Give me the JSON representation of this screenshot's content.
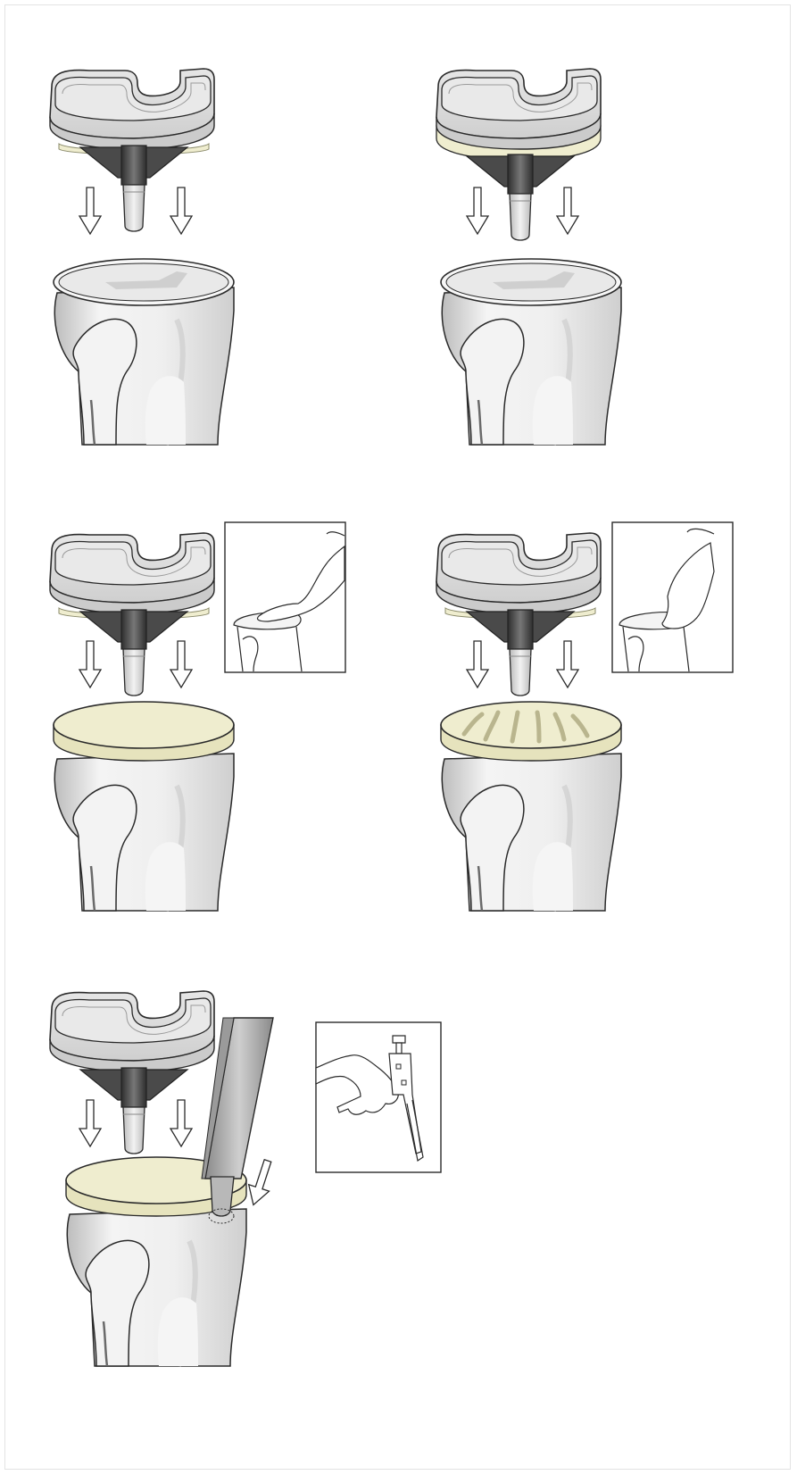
{
  "figure": {
    "panels": [
      {
        "id": "panel-1",
        "tray_underlayer": "thin",
        "surface": "bone",
        "inset": "none",
        "tool": "none"
      },
      {
        "id": "panel-2",
        "tray_underlayer": "thick",
        "surface": "bone",
        "inset": "none",
        "tool": "none"
      },
      {
        "id": "panel-3",
        "tray_underlayer": "thin",
        "surface": "cement-smooth",
        "inset": "finger-spreading",
        "tool": "none"
      },
      {
        "id": "panel-4",
        "tray_underlayer": "thin",
        "surface": "cement-grooved",
        "inset": "finger-pressing",
        "tool": "none"
      },
      {
        "id": "panel-5",
        "tray_underlayer": "none",
        "surface": "cement-smooth",
        "inset": "cement-gun",
        "tool": "cement-nozzle"
      }
    ],
    "colors": {
      "bone": "#eeeeee",
      "bone_shadow": "#c4c4c4",
      "tray": "#dcdcdc",
      "stem_dark": "#4a4a4a",
      "cement": "#efedcf",
      "outline": "#2a2a2a",
      "cancellous": "#e9e9e9"
    }
  }
}
